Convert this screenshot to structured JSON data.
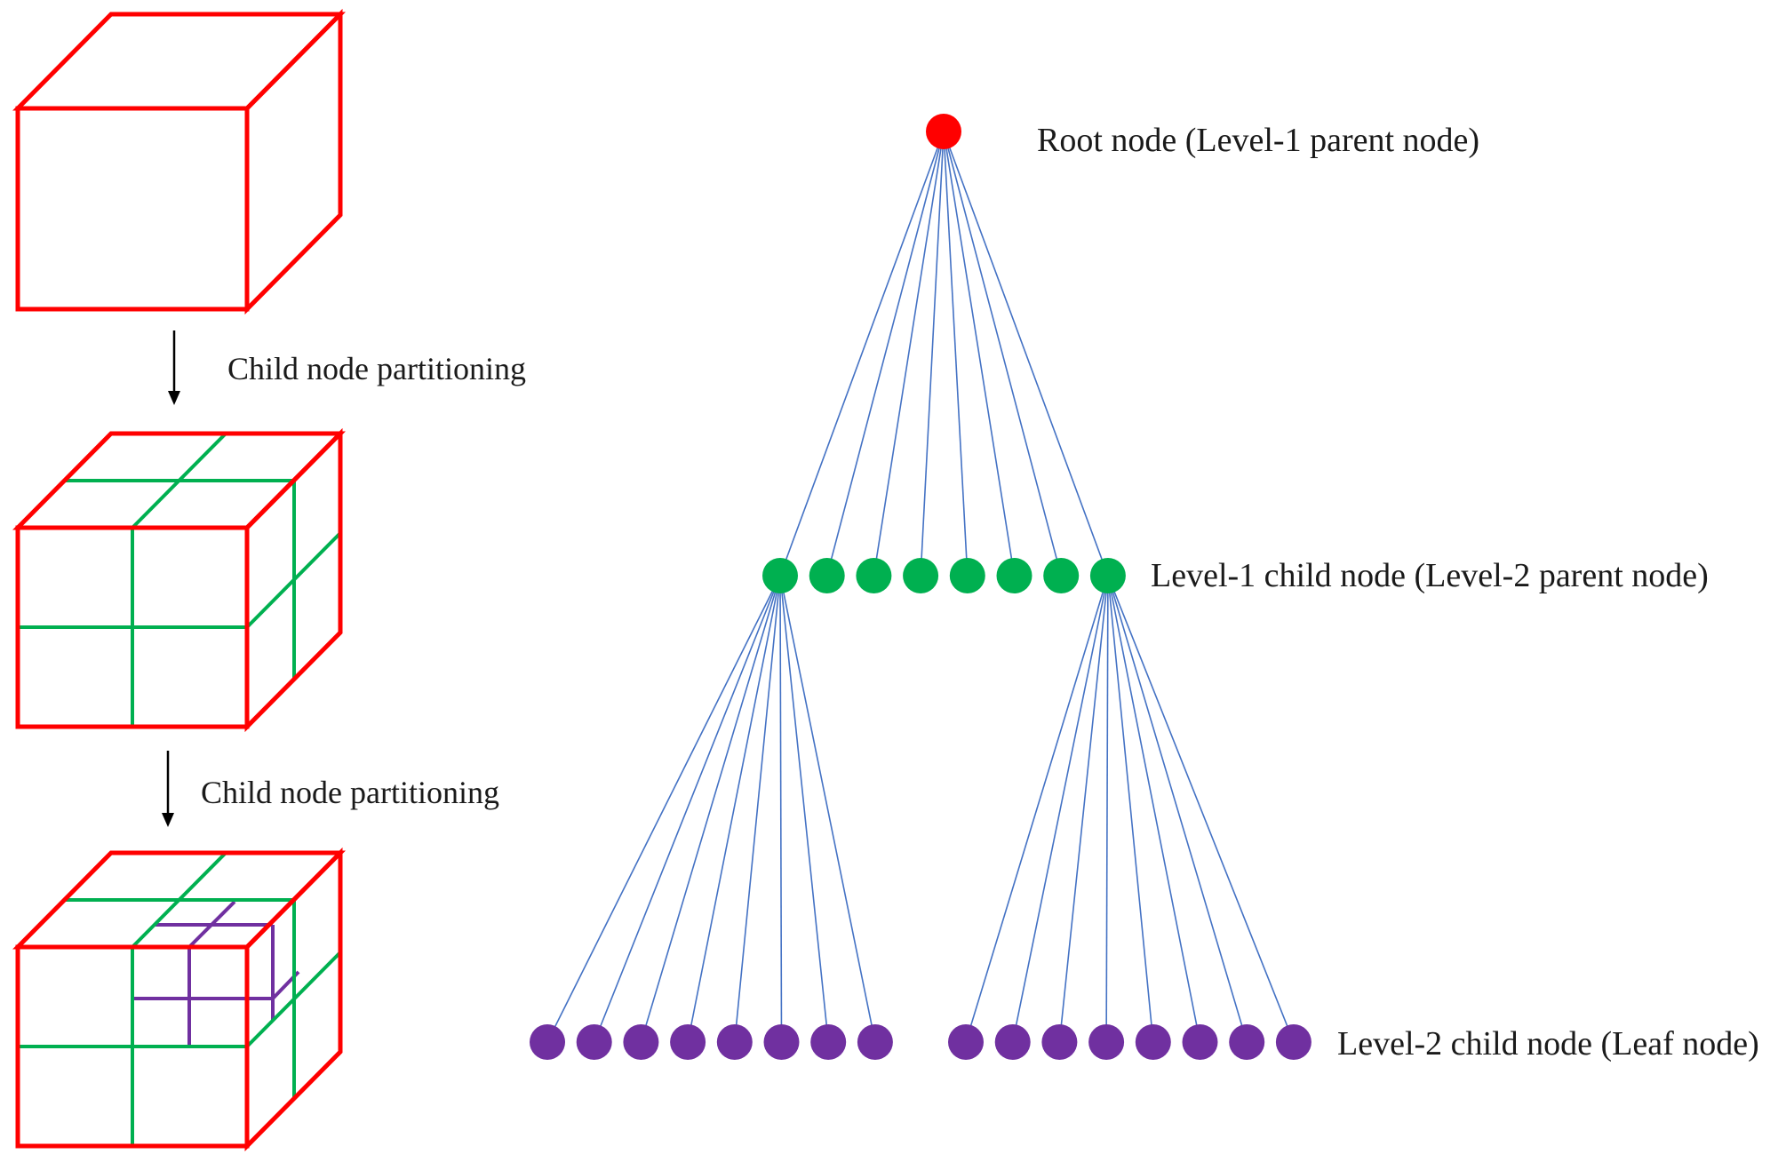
{
  "colors": {
    "outline": "#ff0000",
    "level1_partition": "#00b050",
    "level2_partition": "#7030a0",
    "edge": "#4472c4",
    "root_node": "#ff0000",
    "level1_node": "#00b050",
    "leaf_node": "#7030a0",
    "arrow": "#000000"
  },
  "partition": {
    "step1_label": "Child node partitioning",
    "step2_label": "Child node partitioning"
  },
  "tree": {
    "root_label": "Root node (Level-1 parent node)",
    "level1_label": "Level-1 child node (Level-2 parent node)",
    "leaf_label": "Level-2 child node (Leaf node)",
    "root_count": 1,
    "level1_count": 8,
    "leaf_groups": [
      8,
      8
    ]
  }
}
